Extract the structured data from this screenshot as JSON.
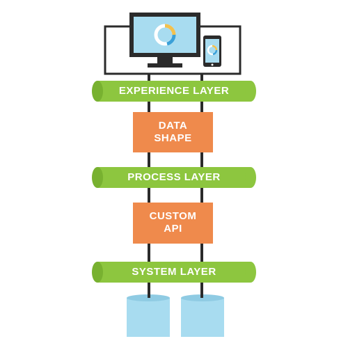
{
  "layers": {
    "experience": "EXPERIENCE LAYER",
    "process": "PROCESS LAYER",
    "system": "SYSTEM LAYER"
  },
  "boxes": {
    "data_shape_line1": "DATA",
    "data_shape_line2": "SHAPE",
    "custom_api_line1": "CUSTOM",
    "custom_api_line2": "API"
  },
  "colors": {
    "layer_green": "#8dc63f",
    "box_orange": "#ef8a4c",
    "monitor_screen": "#a8dcf0",
    "database_blue": "#a8dcf0",
    "frame": "#2b2b2b",
    "ring_yellow": "#f2c14e",
    "ring_blue": "#3aa0d8"
  },
  "icons": [
    "desktop-monitor-icon",
    "mobile-phone-icon",
    "database-icon"
  ]
}
